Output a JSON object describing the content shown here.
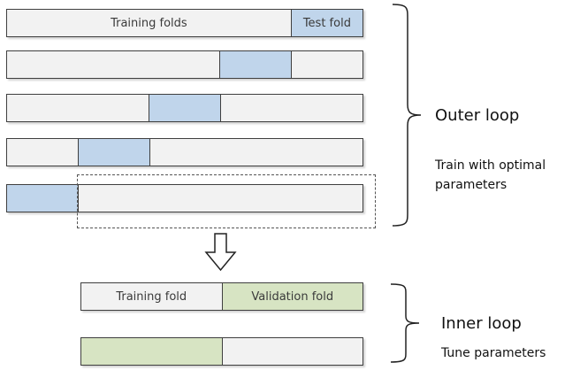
{
  "colors": {
    "training": "#f2f2f2",
    "test": "#c0d5eb",
    "validation": "#d7e4c3",
    "border": "#3f3f3f"
  },
  "outer_loop": {
    "title": "Outer loop",
    "description": "Train with optimal parameters",
    "description_lines": [
      "Train with optimal",
      "parameters"
    ],
    "rows": [
      {
        "segments": [
          {
            "kind": "training",
            "label": "Training folds",
            "span": 0.8
          },
          {
            "kind": "test",
            "label": "Test fold",
            "span": 0.2
          }
        ]
      },
      {
        "segments": [
          {
            "kind": "training",
            "label": "",
            "span": 0.6
          },
          {
            "kind": "test",
            "label": "",
            "span": 0.2
          },
          {
            "kind": "training",
            "label": "",
            "span": 0.2
          }
        ]
      },
      {
        "segments": [
          {
            "kind": "training",
            "label": "",
            "span": 0.4
          },
          {
            "kind": "test",
            "label": "",
            "span": 0.2
          },
          {
            "kind": "training",
            "label": "",
            "span": 0.4
          }
        ]
      },
      {
        "segments": [
          {
            "kind": "training",
            "label": "",
            "span": 0.2
          },
          {
            "kind": "test",
            "label": "",
            "span": 0.2
          },
          {
            "kind": "training",
            "label": "",
            "span": 0.6
          }
        ]
      },
      {
        "segments": [
          {
            "kind": "test",
            "label": "",
            "span": 0.2
          },
          {
            "kind": "training",
            "label": "",
            "span": 0.8
          }
        ]
      }
    ]
  },
  "inner_loop": {
    "title": "Inner loop",
    "description": "Tune parameters",
    "rows": [
      {
        "segments": [
          {
            "kind": "training",
            "label": "Training fold",
            "span": 0.5
          },
          {
            "kind": "validation",
            "label": "Validation fold",
            "span": 0.5
          }
        ]
      },
      {
        "segments": [
          {
            "kind": "validation",
            "label": "",
            "span": 0.5
          },
          {
            "kind": "training",
            "label": "",
            "span": 0.5
          }
        ]
      }
    ]
  }
}
